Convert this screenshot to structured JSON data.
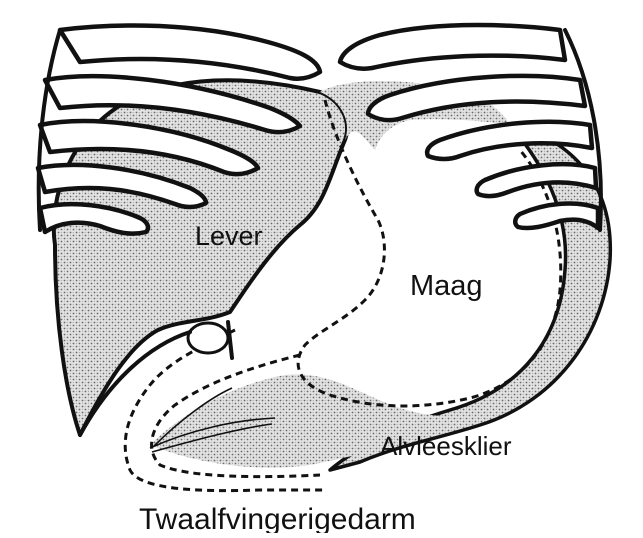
{
  "diagram": {
    "labels": {
      "liver": "Lever",
      "stomach": "Maag",
      "pancreas": "Alvleesklier",
      "duodenum": "Twaalfvingerigedarm"
    },
    "colors": {
      "ink": "#111111",
      "shading_light": "#e2e2e2",
      "shading_dot": "#6a6a6a",
      "background": "#ffffff"
    }
  }
}
